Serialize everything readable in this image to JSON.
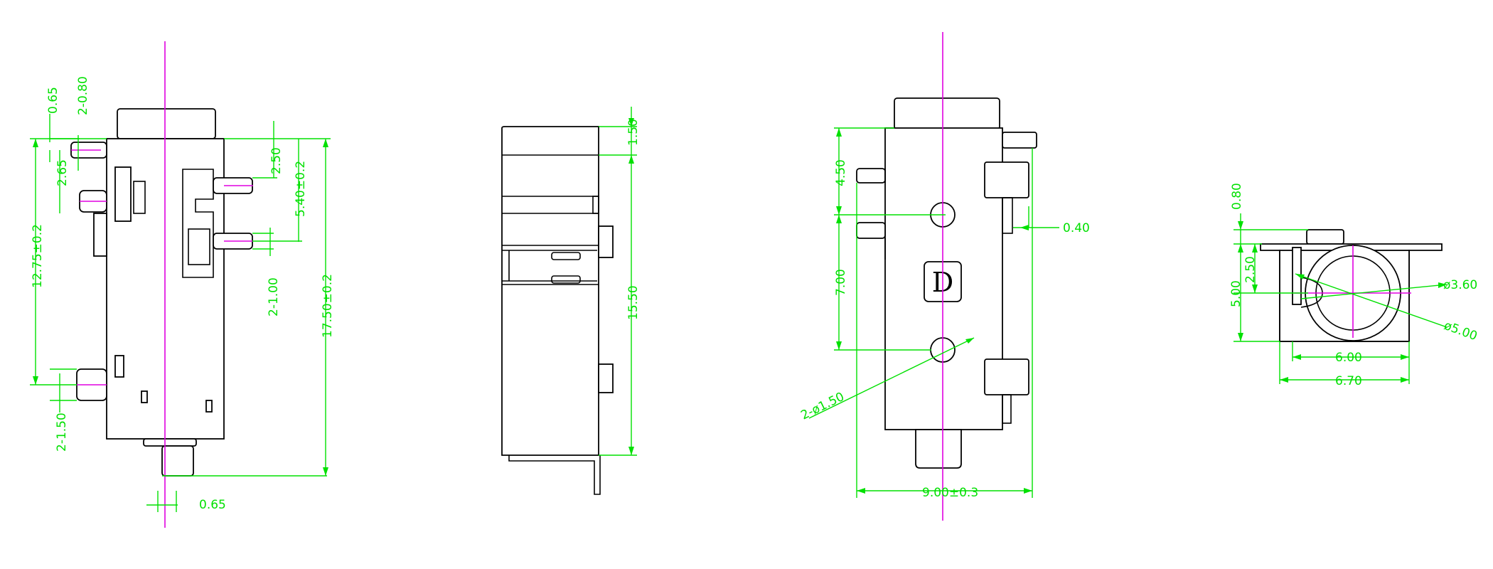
{
  "colors": {
    "dimension": "#00e000",
    "centerline": "#e000e0",
    "outline": "#000000",
    "background": "#ffffff"
  },
  "view1": {
    "dim_065_top": "0.65",
    "dim_2_080": "2-0.80",
    "dim_265": "2.65",
    "dim_1275": "12.75±0.2",
    "dim_2_150": "2-1.50",
    "dim_065_bottom": "0.65",
    "dim_250": "2.50",
    "dim_540": "5.40±0.2",
    "dim_2_100": "2-1.00",
    "dim_1750": "17.50±0.2"
  },
  "view2": {
    "dim_150": "1.50",
    "dim_1550": "15.50"
  },
  "view3": {
    "dim_450": "4.50",
    "dim_700": "7.00",
    "dim_2_phi150": "2-ø1.50",
    "dim_040": "0.40",
    "dim_900": "9.00±0.3",
    "marking": "D"
  },
  "view4": {
    "dim_080": "0.80",
    "dim_250": "2.50",
    "dim_500": "5.00",
    "dim_phi360": "ø3.60",
    "dim_phi500": "ø5.00",
    "dim_600": "6.00",
    "dim_670": "6.70"
  }
}
